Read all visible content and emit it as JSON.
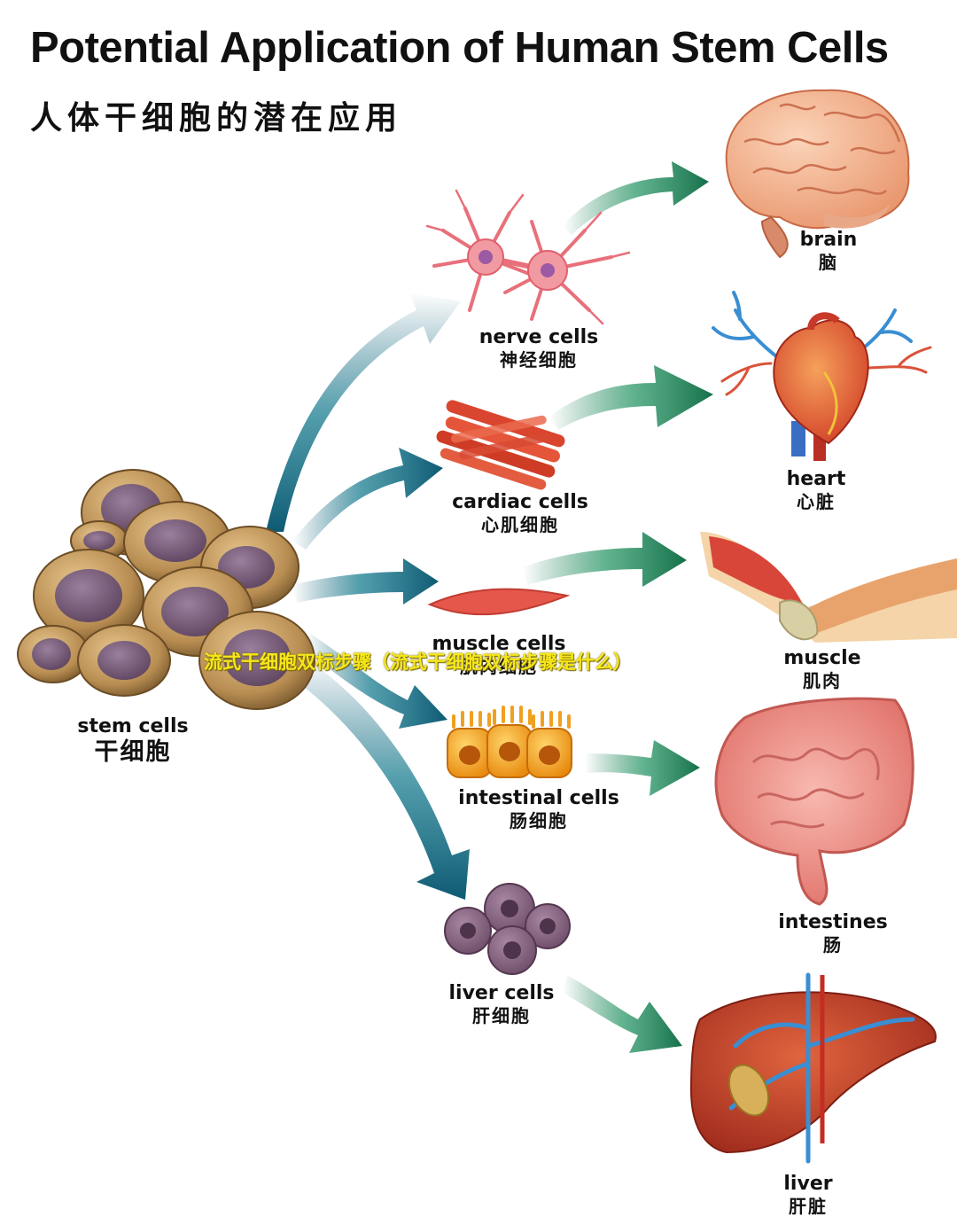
{
  "title": "Potential Application of Human Stem Cells",
  "subtitle": "人体干细胞的潜在应用",
  "source": {
    "en": "stem cells",
    "zh": "干细胞"
  },
  "cell_types": [
    {
      "en": "nerve cells",
      "zh": "神经细胞"
    },
    {
      "en": "cardiac cells",
      "zh": "心肌细胞"
    },
    {
      "en": "muscle cells",
      "zh": "肌肉细胞"
    },
    {
      "en": "intestinal cells",
      "zh": "肠细胞"
    },
    {
      "en": "liver cells",
      "zh": "肝细胞"
    }
  ],
  "organs": [
    {
      "en": "brain",
      "zh": "脑"
    },
    {
      "en": "heart",
      "zh": "心脏"
    },
    {
      "en": "muscle",
      "zh": "肌肉"
    },
    {
      "en": "intestines",
      "zh": "肠"
    },
    {
      "en": "liver",
      "zh": "肝脏"
    }
  ],
  "watermark": "流式干细胞双标步骤（流式干细胞双标步骤是什么）",
  "colors": {
    "arrow_teal": "#0e5a73",
    "arrow_green": "#1b7a52",
    "stem_cell": "#b08a55",
    "nucleus": "#7b5c79",
    "watermark": "#f6e71a"
  }
}
